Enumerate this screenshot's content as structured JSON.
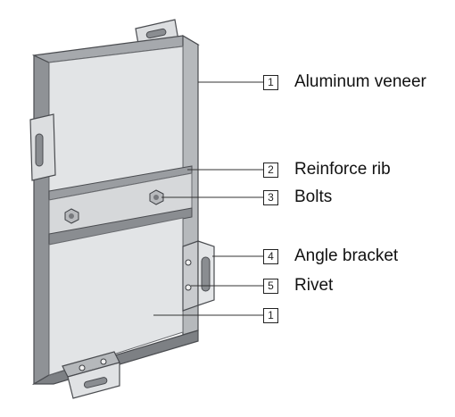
{
  "callouts": [
    {
      "number": "1",
      "label": "Aluminum veneer"
    },
    {
      "number": "2",
      "label": "Reinforce rib"
    },
    {
      "number": "3",
      "label": "Bolts"
    },
    {
      "number": "4",
      "label": "Angle bracket"
    },
    {
      "number": "5",
      "label": "Rivet"
    },
    {
      "number": "1",
      "label": ""
    }
  ],
  "colors": {
    "panel_face": "#e2e4e6",
    "panel_edge": "#8f9296",
    "frame_dark": "#6f7276",
    "outline": "#4a4c50",
    "leader": "#333333"
  }
}
